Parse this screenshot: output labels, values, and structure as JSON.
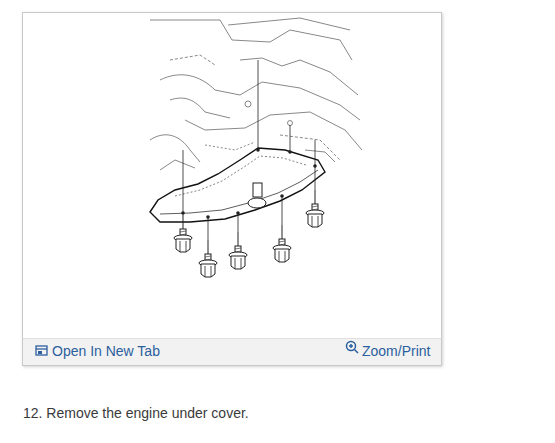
{
  "diagram": {
    "caption": "12. Remove the engine under cover.",
    "labels": [
      "Open In New Tab",
      "Zoom/Print"
    ]
  }
}
